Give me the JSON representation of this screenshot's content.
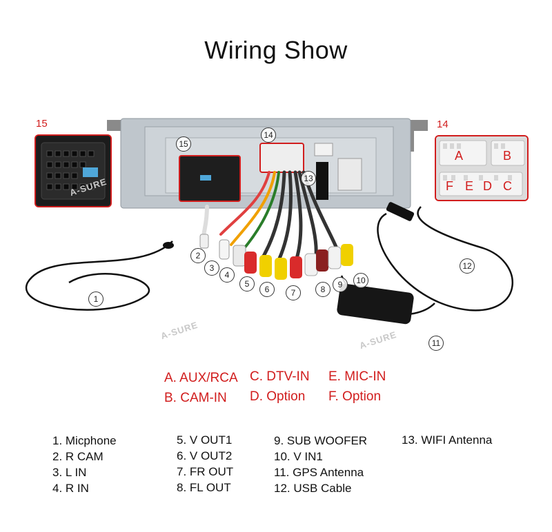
{
  "title": "Wiring Show",
  "panel_labels": {
    "left": "15",
    "right": "14"
  },
  "connector_letters": [
    "A",
    "B",
    "F",
    "E",
    "D",
    "C"
  ],
  "callouts": [
    "1",
    "2",
    "3",
    "4",
    "5",
    "6",
    "7",
    "8",
    "9",
    "10",
    "11",
    "12",
    "13",
    "14",
    "15"
  ],
  "watermark": "A-SURE",
  "legend": [
    [
      "A. AUX/RCA",
      "C. DTV-IN",
      "E. MIC-IN"
    ],
    [
      "B. CAM-IN",
      "D. Option",
      "F. Option"
    ]
  ],
  "parts": [
    [
      "1. Micphone",
      "2. R CAM",
      "3. L IN",
      "4. R IN"
    ],
    [
      "5. V OUT1",
      "6. V OUT2",
      "7. FR OUT",
      "8. FL OUT"
    ],
    [
      "9. SUB WOOFER",
      "10. V IN1",
      "11. GPS Antenna",
      "12. USB Cable"
    ],
    [
      "13. WIFI Antenna"
    ]
  ],
  "colors": {
    "accent_red": "#d11d1d",
    "text": "#111111"
  }
}
